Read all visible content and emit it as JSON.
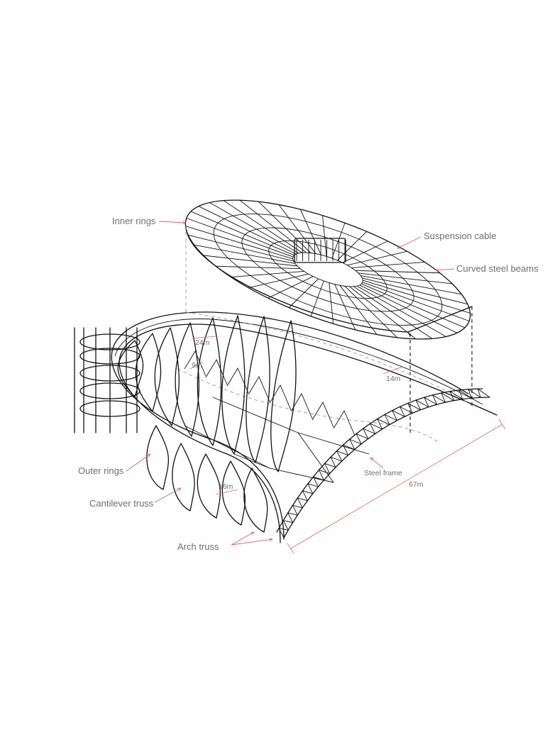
{
  "labels": {
    "inner_rings": "Inner rings",
    "suspension_cable": "Suspension cable",
    "curved_steel_beams": "Curved steel beams",
    "outer_rings": "Outer rings",
    "cantilever_truss": "Cantilever truss",
    "arch_truss": "Arch truss",
    "steel_frame": "Steel frame"
  },
  "dimensions": {
    "d24": "24m",
    "d9": "9m",
    "d14": "14m",
    "d16": "16m",
    "d67": "67m"
  },
  "colors": {
    "structure": "#111111",
    "label": "#6e6e6e",
    "leader": "#e06060",
    "hidden_line": "#999999"
  }
}
